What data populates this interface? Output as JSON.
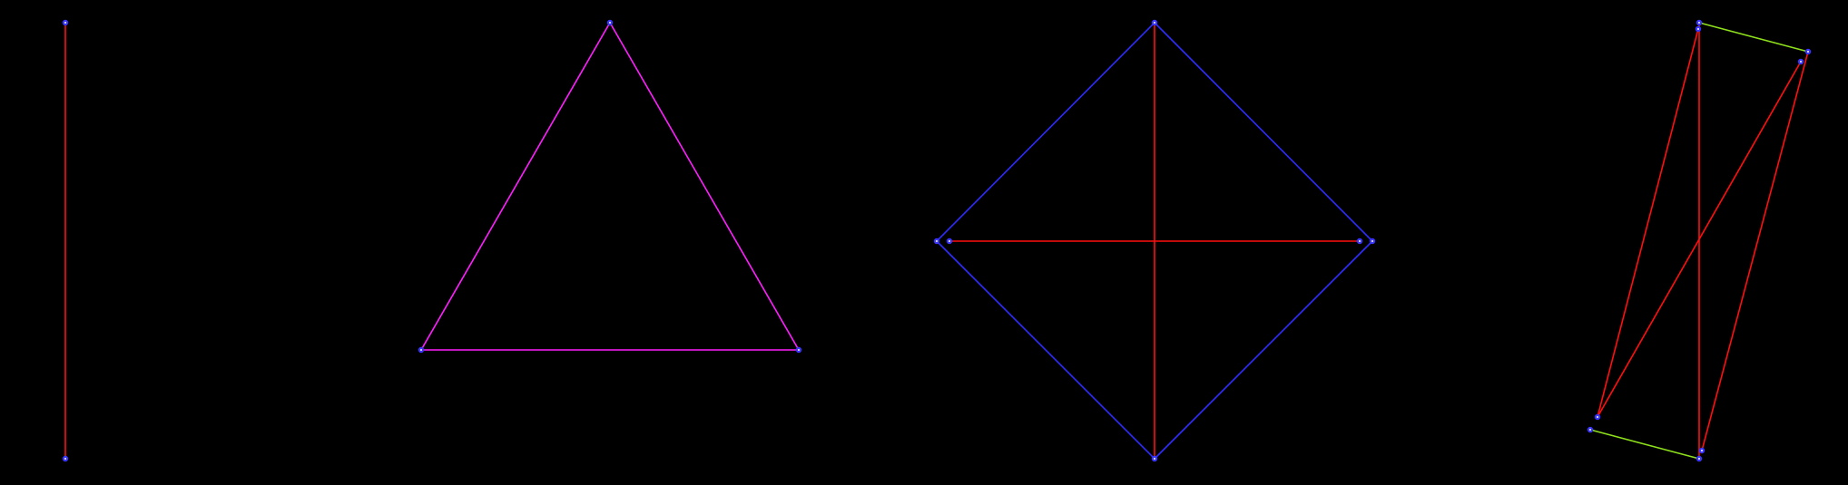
{
  "canvas": {
    "background_color": "#000000"
  },
  "colors": {
    "vertex_point": "#3a35ff",
    "edge_blue": "#2f2cff",
    "edge_red": "#ff0f0f",
    "edge_magenta": "#ff1fff",
    "edge_green": "#8ee01b"
  },
  "figures": [
    {
      "name": "segment",
      "edges": [
        {
          "from": 0,
          "to": 1,
          "color": "edge_red"
        }
      ]
    },
    {
      "name": "triangle",
      "edges": [
        {
          "from": 0,
          "to": 1,
          "color": "edge_magenta"
        },
        {
          "from": 1,
          "to": 2,
          "color": "edge_magenta"
        },
        {
          "from": 2,
          "to": 0,
          "color": "edge_magenta"
        }
      ]
    },
    {
      "name": "diamond",
      "edges": [
        {
          "from": 0,
          "to": 1,
          "color": "edge_blue"
        },
        {
          "from": 1,
          "to": 2,
          "color": "edge_blue"
        },
        {
          "from": 2,
          "to": 3,
          "color": "edge_blue"
        },
        {
          "from": 3,
          "to": 0,
          "color": "edge_blue"
        },
        {
          "from": 0,
          "to": 2,
          "color": "edge_red"
        },
        {
          "from": 4,
          "to": 5,
          "color": "edge_red"
        }
      ]
    },
    {
      "name": "tilted-quad",
      "edges": [
        {
          "from": 0,
          "to": 1,
          "color": "edge_green"
        },
        {
          "from": 2,
          "to": 3,
          "color": "edge_green"
        },
        {
          "from": 4,
          "to": 5,
          "color": "edge_red"
        },
        {
          "from": 6,
          "to": 7,
          "color": "edge_red"
        },
        {
          "from": 8,
          "to": 9,
          "color": "edge_red"
        },
        {
          "from": 10,
          "to": 11,
          "color": "edge_red"
        }
      ]
    }
  ]
}
